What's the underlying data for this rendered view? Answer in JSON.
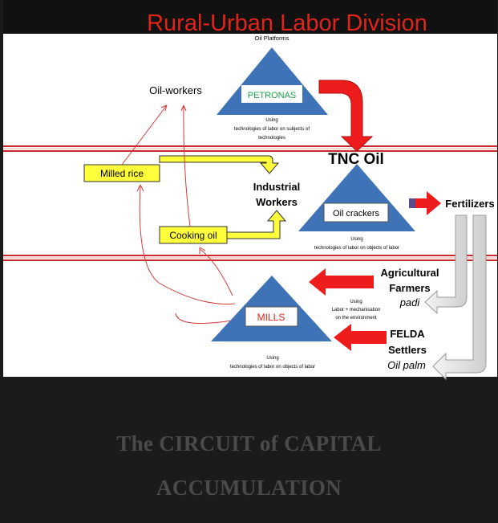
{
  "slide": {
    "title": "Rural-Urban Labor Division",
    "oil_platforms": "Oil Platforms",
    "oil_workers": "Oil-workers",
    "petronas": "PETRONAS",
    "petronas_note_1": "Using",
    "petronas_note_2": "technologies of labor on subjects of",
    "petronas_note_3": "technologies",
    "tnc_oil": "TNC Oil",
    "milled_rice": "Milled rice",
    "industrial_workers_1": "Industrial",
    "industrial_workers_2": "Workers",
    "oil_crackers": "Oil crackers",
    "fertilizers": "Fertilizers",
    "cooking_oil": "Cooking oil",
    "crackers_note_1": "Using",
    "crackers_note_2": "technologies of labor on objects of labor",
    "agri_1": "Agricultural",
    "agri_2": "Farmers",
    "agri_3": "padi",
    "mills": "MILLS",
    "mills_note_1": "Using",
    "mills_note_2": "Labor + mechanisation",
    "mills_note_3": "on the environment",
    "felda_1": "FELDA",
    "felda_2": "Settlers",
    "felda_3": "Oil palm",
    "bottom_note_1": "Using",
    "bottom_note_2": "technologies of labor on objects of labor"
  },
  "caption": {
    "line1": "The CIRCUIT of CAPITAL",
    "line2": "ACCUMULATION"
  },
  "colors": {
    "title_red": "#e0241b",
    "band_red": "#c62a2a",
    "triangle_blue": "#3f73b8",
    "arrow_red": "#ee1c1c",
    "box_yellow": "#ffff3c",
    "caption_gray": "#4a4a4a"
  }
}
